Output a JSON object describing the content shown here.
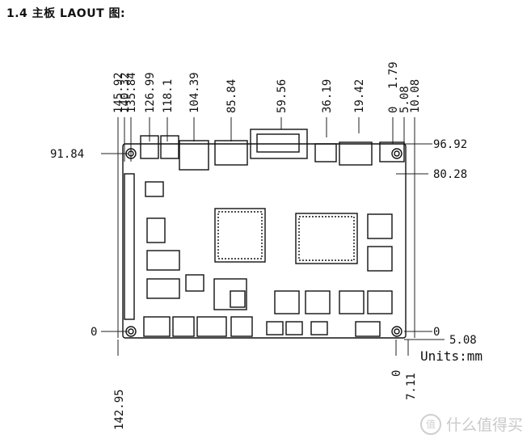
{
  "heading": "1.4 主板 LAOUT 图:",
  "dimensions": {
    "top": [
      "145.92",
      "140.32",
      "135.84",
      "126.99",
      "118.1",
      "104.39",
      "85.84",
      "59.56",
      "36.19",
      "19.42",
      "1.79",
      "0",
      "5.08",
      "10.08"
    ],
    "left_upper": "91.84",
    "left_lower": "0",
    "right_upper": "96.92",
    "right_middle": "80.28",
    "right_lower": "0",
    "right_bottom": "5.08",
    "bottom_left": "142.95",
    "bottom_right_zero": "0",
    "bottom_right_value": "7.11"
  },
  "units_label": "Units:mm",
  "watermark": {
    "logo": "值",
    "text": "什么值得买"
  }
}
